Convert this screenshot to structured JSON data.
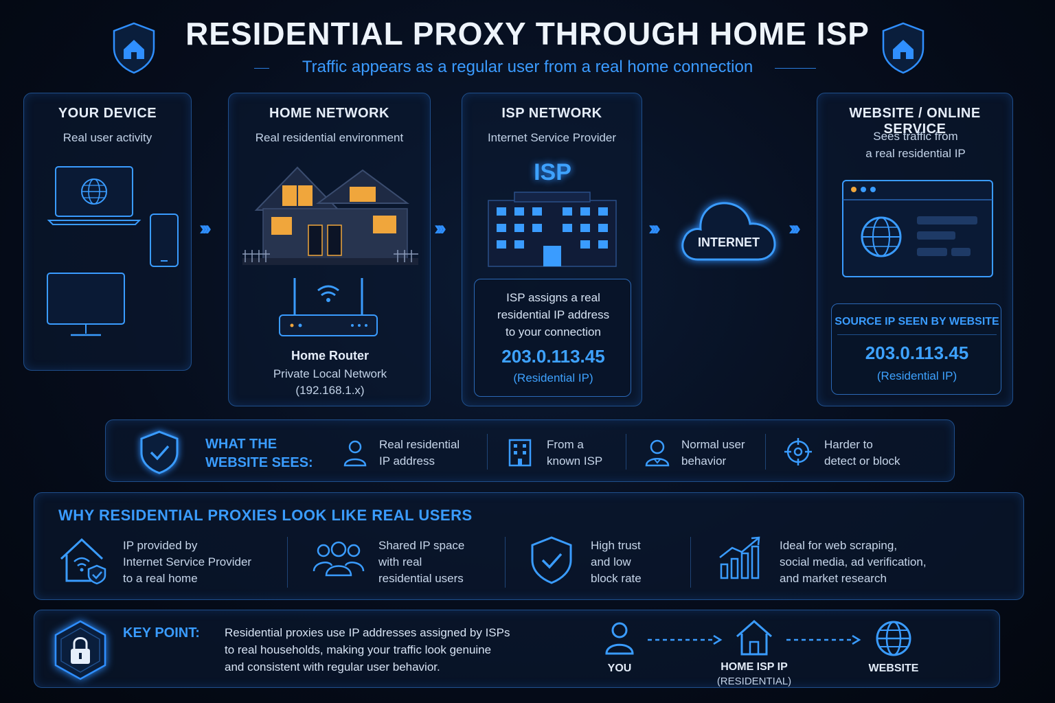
{
  "header": {
    "title": "RESIDENTIAL PROXY THROUGH HOME ISP",
    "subtitle": "Traffic appears as a regular user from a real home connection"
  },
  "panels": {
    "device": {
      "title": "YOUR DEVICE",
      "subtitle": "Real user activity"
    },
    "home": {
      "title": "HOME NETWORK",
      "subtitle": "Real residential environment",
      "router_title": "Home Router",
      "router_sub1": "Private Local Network",
      "router_sub2": "(192.168.1.x)"
    },
    "isp": {
      "title": "ISP NETWORK",
      "subtitle": "Internet Service Provider",
      "sign": "ISP",
      "assign_line1": "ISP assigns a real",
      "assign_line2": "residential IP address",
      "assign_line3": "to your connection",
      "ip": "203.0.113.45",
      "ip_label": "(Residential IP)"
    },
    "internet": {
      "label": "INTERNET"
    },
    "website": {
      "title": "WEBSITE / ONLINE SERVICE",
      "subtitle_line1": "Sees traffic from",
      "subtitle_line2": "a real residential IP",
      "source_title": "SOURCE IP SEEN BY WEBSITE",
      "ip": "203.0.113.45",
      "ip_label": "(Residential IP)"
    }
  },
  "sees": {
    "label_line1": "WHAT THE",
    "label_line2": "WEBSITE SEES:",
    "items": [
      {
        "line1": "Real residential",
        "line2": "IP address",
        "icon": "user-icon"
      },
      {
        "line1": "From a",
        "line2": "known ISP",
        "icon": "building-icon"
      },
      {
        "line1": "Normal user",
        "line2": "behavior",
        "icon": "person-icon"
      },
      {
        "line1": "Harder to",
        "line2": "detect or block",
        "icon": "target-icon"
      }
    ]
  },
  "why": {
    "title": "WHY RESIDENTIAL PROXIES LOOK LIKE REAL USERS",
    "items": [
      {
        "line1": "IP provided by",
        "line2": "Internet Service Provider",
        "line3": "to a real home",
        "icon": "home-wifi-icon"
      },
      {
        "line1": "Shared IP space",
        "line2": "with real",
        "line3": "residential users",
        "icon": "group-icon"
      },
      {
        "line1": "High trust",
        "line2": "and low",
        "line3": "block rate",
        "icon": "shield-check-icon"
      },
      {
        "line1": "Ideal for web scraping,",
        "line2": "social media, ad verification,",
        "line3": "and market research",
        "icon": "growth-chart-icon"
      }
    ]
  },
  "key": {
    "label": "KEY POINT:",
    "line1": "Residential proxies use IP addresses assigned by ISPs",
    "line2": "to real households, making your traffic look genuine",
    "line3": "and consistent with regular user behavior.",
    "flow": {
      "you": "YOU",
      "home": "HOME ISP IP",
      "home_sub": "(RESIDENTIAL)",
      "website": "WEBSITE"
    }
  },
  "colors": {
    "accent": "#3a9cff",
    "border": "#1f4f8c",
    "background": "#060d1c"
  }
}
